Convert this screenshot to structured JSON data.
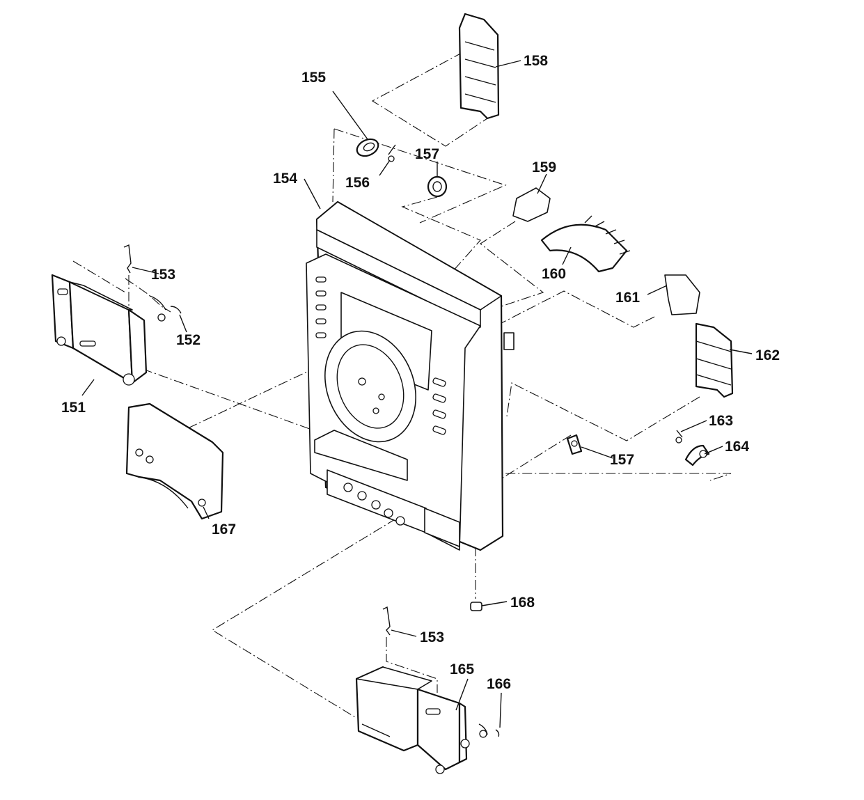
{
  "diagram": {
    "callouts": [
      {
        "id": "151",
        "label": "151"
      },
      {
        "id": "152",
        "label": "152"
      },
      {
        "id": "153a",
        "label": "153"
      },
      {
        "id": "153b",
        "label": "153"
      },
      {
        "id": "154",
        "label": "154"
      },
      {
        "id": "155",
        "label": "155"
      },
      {
        "id": "156",
        "label": "156"
      },
      {
        "id": "157a",
        "label": "157"
      },
      {
        "id": "157b",
        "label": "157"
      },
      {
        "id": "158",
        "label": "158"
      },
      {
        "id": "159",
        "label": "159"
      },
      {
        "id": "160",
        "label": "160"
      },
      {
        "id": "161",
        "label": "161"
      },
      {
        "id": "162",
        "label": "162"
      },
      {
        "id": "163",
        "label": "163"
      },
      {
        "id": "164",
        "label": "164"
      },
      {
        "id": "165",
        "label": "165"
      },
      {
        "id": "166",
        "label": "166"
      },
      {
        "id": "167",
        "label": "167"
      },
      {
        "id": "168",
        "label": "168"
      }
    ]
  }
}
